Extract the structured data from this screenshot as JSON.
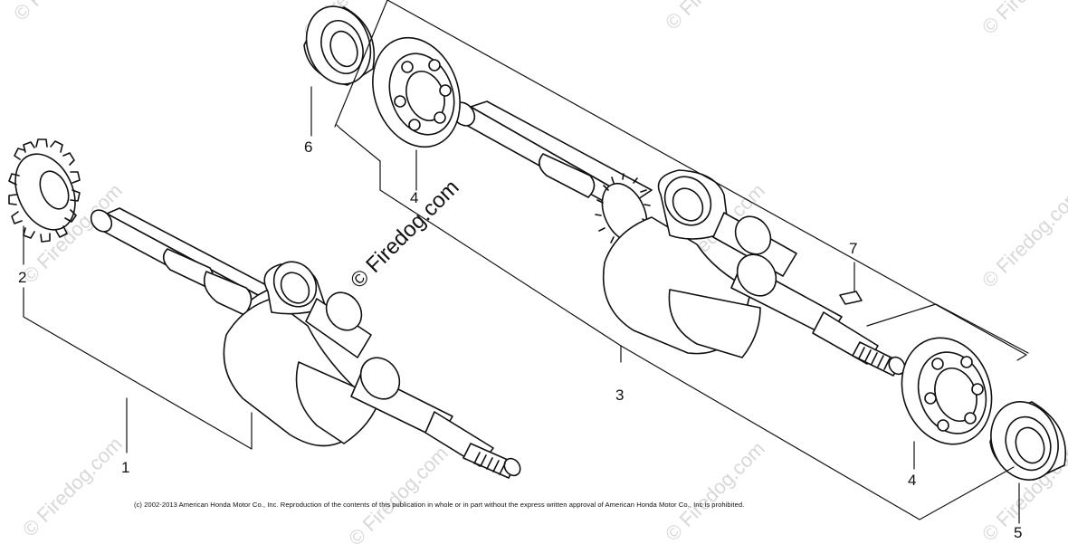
{
  "diagram": {
    "callouts": [
      "1",
      "2",
      "3",
      "4",
      "4",
      "5",
      "6",
      "7"
    ],
    "watermark": "© Firedog.com",
    "copyright": "(c) 2002-2013 American Honda Motor Co., Inc. Reproduction of the contents of this publication in whole or in part without the express written approval of American Honda Motor Co., Inc is prohibited."
  }
}
